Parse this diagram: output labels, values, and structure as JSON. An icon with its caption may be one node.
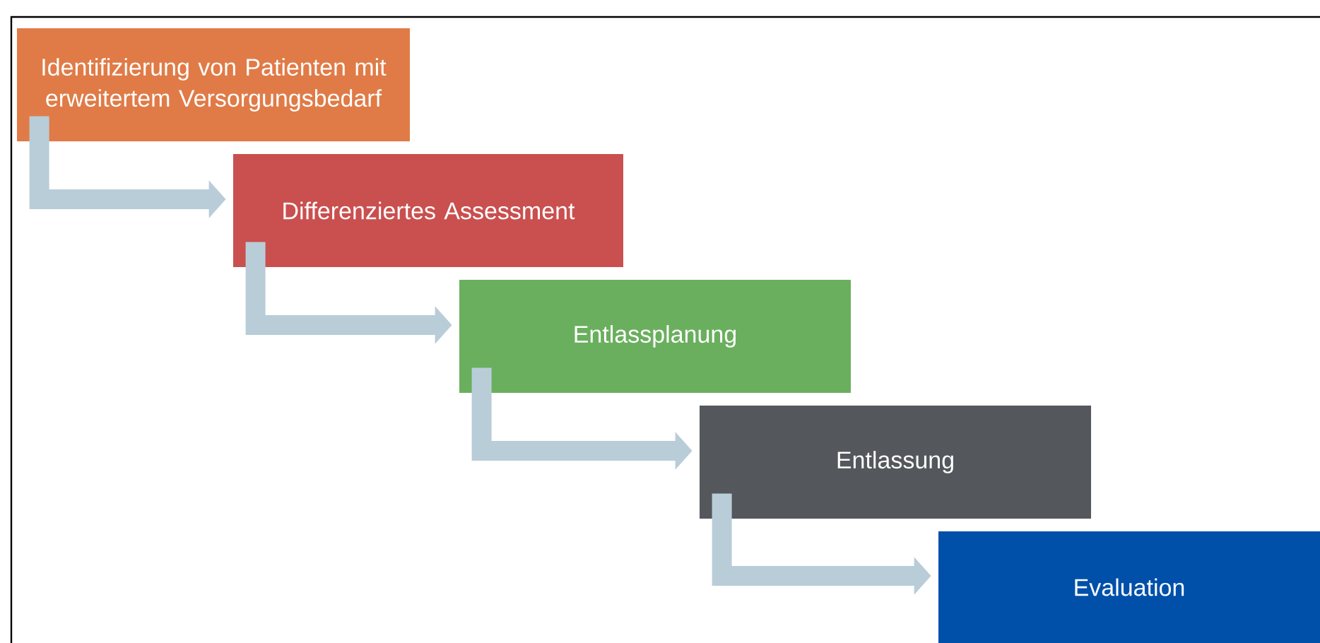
{
  "diagram": {
    "nodes": [
      {
        "text": [
          "Identifizierung von Patienten mit erweitertem Versorgungsbedarf"
        ]
      },
      {
        "text": [
          "Differenziertes Assessment"
        ]
      },
      {
        "text": [
          "Entlassplanung"
        ]
      },
      {
        "text": [
          "Entlassung"
        ]
      },
      {
        "text": [
          "Evaluation"
        ]
      }
    ],
    "edges": [
      {
        "from": 0,
        "to": 1,
        "arrow": "to"
      },
      {
        "from": 1,
        "to": 2,
        "arrow": "to"
      },
      {
        "from": 2,
        "to": 3,
        "arrow": "to"
      },
      {
        "from": 3,
        "to": 4,
        "arrow": "to"
      }
    ]
  }
}
